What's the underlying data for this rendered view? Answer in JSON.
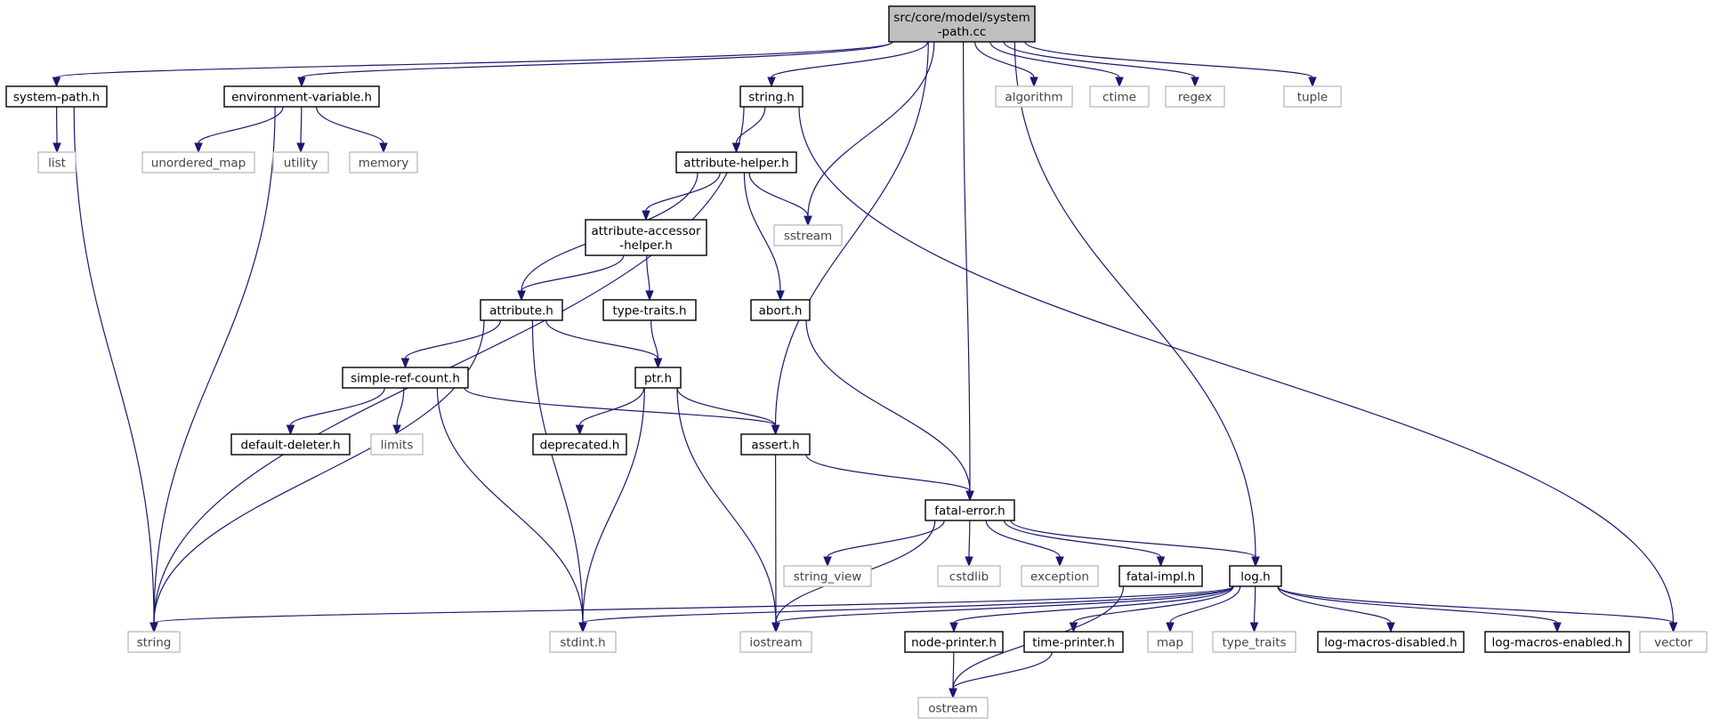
{
  "diagram": {
    "colors": {
      "edge": "#191970",
      "root_fill": "#bfbfbf",
      "local_border": "#000000",
      "system_border": "#bfbfbf",
      "system_text": "#444444"
    },
    "nodes": [
      {
        "id": "root",
        "lines": [
          "src/core/model/system",
          "-path.cc"
        ],
        "kind": "root"
      },
      {
        "id": "system_path_h",
        "lines": [
          "system-path.h"
        ],
        "kind": "local"
      },
      {
        "id": "environment_variable_h",
        "lines": [
          "environment-variable.h"
        ],
        "kind": "local"
      },
      {
        "id": "string_h",
        "lines": [
          "string.h"
        ],
        "kind": "local"
      },
      {
        "id": "algorithm",
        "lines": [
          "algorithm"
        ],
        "kind": "system"
      },
      {
        "id": "ctime",
        "lines": [
          "ctime"
        ],
        "kind": "system"
      },
      {
        "id": "regex",
        "lines": [
          "regex"
        ],
        "kind": "system"
      },
      {
        "id": "tuple",
        "lines": [
          "tuple"
        ],
        "kind": "system"
      },
      {
        "id": "list",
        "lines": [
          "list"
        ],
        "kind": "system"
      },
      {
        "id": "unordered_map",
        "lines": [
          "unordered_map"
        ],
        "kind": "system"
      },
      {
        "id": "utility",
        "lines": [
          "utility"
        ],
        "kind": "system"
      },
      {
        "id": "memory",
        "lines": [
          "memory"
        ],
        "kind": "system"
      },
      {
        "id": "attribute_helper_h",
        "lines": [
          "attribute-helper.h"
        ],
        "kind": "local"
      },
      {
        "id": "sstream",
        "lines": [
          "sstream"
        ],
        "kind": "system"
      },
      {
        "id": "attribute_accessor_helper_h",
        "lines": [
          "attribute-accessor",
          "-helper.h"
        ],
        "kind": "local"
      },
      {
        "id": "attribute_h",
        "lines": [
          "attribute.h"
        ],
        "kind": "local"
      },
      {
        "id": "type_traits_h",
        "lines": [
          "type-traits.h"
        ],
        "kind": "local"
      },
      {
        "id": "abort_h",
        "lines": [
          "abort.h"
        ],
        "kind": "local"
      },
      {
        "id": "simple_ref_count_h",
        "lines": [
          "simple-ref-count.h"
        ],
        "kind": "local"
      },
      {
        "id": "ptr_h",
        "lines": [
          "ptr.h"
        ],
        "kind": "local"
      },
      {
        "id": "default_deleter_h",
        "lines": [
          "default-deleter.h"
        ],
        "kind": "local"
      },
      {
        "id": "limits",
        "lines": [
          "limits"
        ],
        "kind": "system"
      },
      {
        "id": "deprecated_h",
        "lines": [
          "deprecated.h"
        ],
        "kind": "local"
      },
      {
        "id": "assert_h",
        "lines": [
          "assert.h"
        ],
        "kind": "local"
      },
      {
        "id": "fatal_error_h",
        "lines": [
          "fatal-error.h"
        ],
        "kind": "local"
      },
      {
        "id": "string_view",
        "lines": [
          "string_view"
        ],
        "kind": "system"
      },
      {
        "id": "cstdlib",
        "lines": [
          "cstdlib"
        ],
        "kind": "system"
      },
      {
        "id": "exception",
        "lines": [
          "exception"
        ],
        "kind": "system"
      },
      {
        "id": "fatal_impl_h",
        "lines": [
          "fatal-impl.h"
        ],
        "kind": "local"
      },
      {
        "id": "log_h",
        "lines": [
          "log.h"
        ],
        "kind": "local"
      },
      {
        "id": "string",
        "lines": [
          "string"
        ],
        "kind": "system"
      },
      {
        "id": "stdint_h",
        "lines": [
          "stdint.h"
        ],
        "kind": "system"
      },
      {
        "id": "iostream",
        "lines": [
          "iostream"
        ],
        "kind": "system"
      },
      {
        "id": "node_printer_h",
        "lines": [
          "node-printer.h"
        ],
        "kind": "local"
      },
      {
        "id": "time_printer_h",
        "lines": [
          "time-printer.h"
        ],
        "kind": "local"
      },
      {
        "id": "map",
        "lines": [
          "map"
        ],
        "kind": "system"
      },
      {
        "id": "type_traits",
        "lines": [
          "type_traits"
        ],
        "kind": "system"
      },
      {
        "id": "log_macros_disabled_h",
        "lines": [
          "log-macros-disabled.h"
        ],
        "kind": "local"
      },
      {
        "id": "log_macros_enabled_h",
        "lines": [
          "log-macros-enabled.h"
        ],
        "kind": "local"
      },
      {
        "id": "vector",
        "lines": [
          "vector"
        ],
        "kind": "system"
      },
      {
        "id": "ostream",
        "lines": [
          "ostream"
        ],
        "kind": "system"
      }
    ],
    "edges": [
      [
        "root",
        "system_path_h"
      ],
      [
        "root",
        "environment_variable_h"
      ],
      [
        "root",
        "string_h"
      ],
      [
        "root",
        "sstream"
      ],
      [
        "root",
        "assert_h"
      ],
      [
        "root",
        "fatal_error_h"
      ],
      [
        "root",
        "algorithm"
      ],
      [
        "root",
        "ctime"
      ],
      [
        "root",
        "regex"
      ],
      [
        "root",
        "tuple"
      ],
      [
        "root",
        "log_h"
      ],
      [
        "system_path_h",
        "list"
      ],
      [
        "system_path_h",
        "string"
      ],
      [
        "environment_variable_h",
        "string"
      ],
      [
        "environment_variable_h",
        "unordered_map"
      ],
      [
        "environment_variable_h",
        "utility"
      ],
      [
        "environment_variable_h",
        "memory"
      ],
      [
        "string_h",
        "attribute_helper_h"
      ],
      [
        "string_h",
        "string"
      ],
      [
        "string_h",
        "vector"
      ],
      [
        "attribute_helper_h",
        "attribute_h"
      ],
      [
        "attribute_helper_h",
        "attribute_accessor_helper_h"
      ],
      [
        "attribute_helper_h",
        "sstream"
      ],
      [
        "attribute_helper_h",
        "abort_h"
      ],
      [
        "attribute_accessor_helper_h",
        "attribute_h"
      ],
      [
        "attribute_accessor_helper_h",
        "type_traits_h"
      ],
      [
        "type_traits_h",
        "ptr_h"
      ],
      [
        "attribute_h",
        "string"
      ],
      [
        "attribute_h",
        "simple_ref_count_h"
      ],
      [
        "attribute_h",
        "ptr_h"
      ],
      [
        "attribute_h",
        "stdint_h"
      ],
      [
        "abort_h",
        "fatal_error_h"
      ],
      [
        "simple_ref_count_h",
        "default_deleter_h"
      ],
      [
        "simple_ref_count_h",
        "limits"
      ],
      [
        "simple_ref_count_h",
        "assert_h"
      ],
      [
        "simple_ref_count_h",
        "stdint_h"
      ],
      [
        "ptr_h",
        "deprecated_h"
      ],
      [
        "ptr_h",
        "assert_h"
      ],
      [
        "ptr_h",
        "stdint_h"
      ],
      [
        "ptr_h",
        "iostream"
      ],
      [
        "assert_h",
        "fatal_error_h"
      ],
      [
        "assert_h",
        "iostream"
      ],
      [
        "fatal_error_h",
        "string_view"
      ],
      [
        "fatal_error_h",
        "cstdlib"
      ],
      [
        "fatal_error_h",
        "exception"
      ],
      [
        "fatal_error_h",
        "fatal_impl_h"
      ],
      [
        "fatal_error_h",
        "log_h"
      ],
      [
        "fatal_error_h",
        "iostream"
      ],
      [
        "fatal_impl_h",
        "ostream"
      ],
      [
        "log_h",
        "string"
      ],
      [
        "log_h",
        "stdint_h"
      ],
      [
        "log_h",
        "iostream"
      ],
      [
        "log_h",
        "node_printer_h"
      ],
      [
        "log_h",
        "time_printer_h"
      ],
      [
        "log_h",
        "map"
      ],
      [
        "log_h",
        "type_traits"
      ],
      [
        "log_h",
        "log_macros_disabled_h"
      ],
      [
        "log_h",
        "log_macros_enabled_h"
      ],
      [
        "log_h",
        "vector"
      ],
      [
        "node_printer_h",
        "ostream"
      ],
      [
        "time_printer_h",
        "ostream"
      ]
    ]
  }
}
